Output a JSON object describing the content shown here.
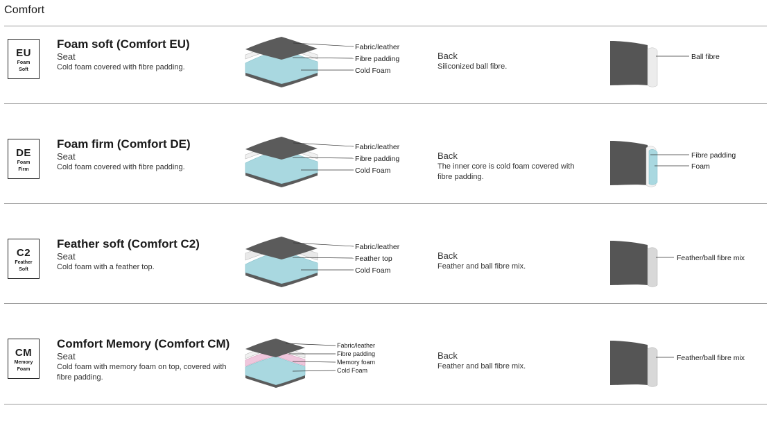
{
  "page": {
    "title": "Comfort"
  },
  "colors": {
    "fabric": "#5b5b5b",
    "fibre": "#efefef",
    "cold_foam": "#a9d8e0",
    "memory_foam": "#efc6dc",
    "back_body": "#555555"
  },
  "rows": [
    {
      "badge": {
        "code": "EU",
        "sub1": "Foam",
        "sub2": "Soft"
      },
      "title": "Foam soft (Comfort EU)",
      "seat_label": "Seat",
      "seat_desc": [
        "Cold foam covered with fibre padding."
      ],
      "seat_layers": [
        "Fabric/leather",
        "Fibre padding",
        "Cold Foam"
      ],
      "back_label": "Back",
      "back_desc": [
        "Siliconized ball fibre."
      ],
      "back_layers": [
        "Ball fibre"
      ]
    },
    {
      "badge": {
        "code": "DE",
        "sub1": "Foam",
        "sub2": "Firm"
      },
      "title": "Foam firm (Comfort DE)",
      "seat_label": "Seat",
      "seat_desc": [
        "Cold foam covered with fibre padding."
      ],
      "seat_layers": [
        "Fabric/leather",
        "Fibre padding",
        "Cold Foam"
      ],
      "back_label": "Back",
      "back_desc": [
        "The inner core is cold foam covered with",
        "fibre padding."
      ],
      "back_layers": [
        "Fibre padding",
        "Foam"
      ]
    },
    {
      "badge": {
        "code": "C2",
        "sub1": "Feather",
        "sub2": "Soft"
      },
      "title": "Feather soft (Comfort C2)",
      "seat_label": "Seat",
      "seat_desc": [
        "Cold foam with a feather top."
      ],
      "seat_layers": [
        "Fabric/leather",
        "Feather top",
        "Cold Foam"
      ],
      "back_label": "Back",
      "back_desc": [
        "Feather and ball fibre mix."
      ],
      "back_layers": [
        "Feather/ball fibre mix"
      ]
    },
    {
      "badge": {
        "code": "CM",
        "sub1": "Memory",
        "sub2": "Foam"
      },
      "title": "Comfort Memory (Comfort CM)",
      "seat_label": "Seat",
      "seat_desc": [
        "Cold foam with memory foam on top, covered with",
        "fibre padding."
      ],
      "seat_layers": [
        "Fabric/leather",
        "Fibre padding",
        "Memory foam",
        "Cold Foam"
      ],
      "back_label": "Back",
      "back_desc": [
        "Feather and ball fibre mix."
      ],
      "back_layers": [
        "Feather/ball fibre mix"
      ]
    }
  ]
}
